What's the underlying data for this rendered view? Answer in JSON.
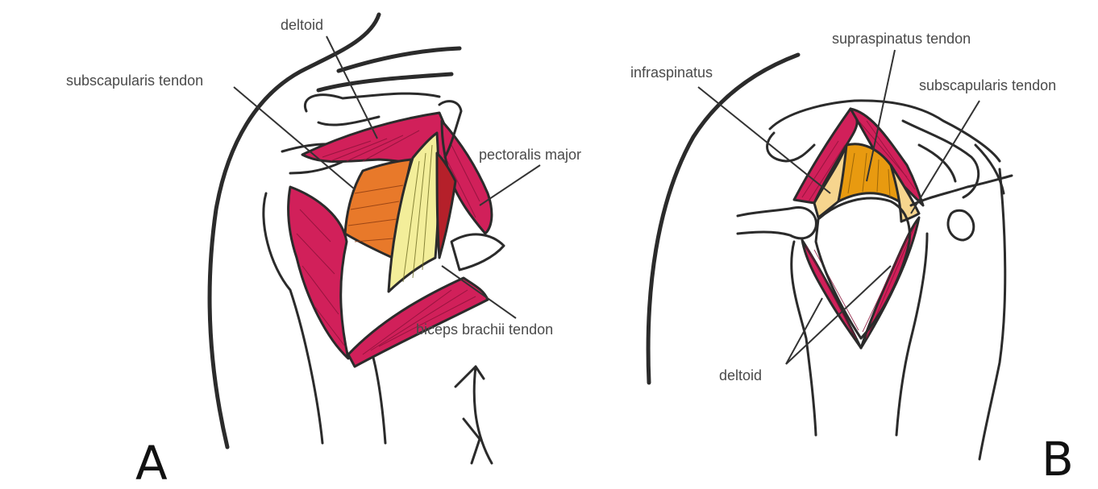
{
  "colors": {
    "muscle": "#d1205a",
    "muscle_dark": "#a01642",
    "orange": "#e8792a",
    "yellow": "#f3ee9a",
    "gold": "#e89a10",
    "pale": "#f6d58e",
    "red": "#b5202a",
    "ink": "#2b2b2b"
  },
  "panel_a": {
    "letter": "A",
    "labels": {
      "deltoid": "deltoid",
      "subscapularis": "subscapularis tendon",
      "pectoralis": "pectoralis major",
      "biceps": "biceps brachii tendon"
    }
  },
  "panel_b": {
    "letter": "B",
    "labels": {
      "supraspinatus": "supraspinatus tendon",
      "infraspinatus": "infraspinatus",
      "subscapularis": "subscapularis tendon",
      "deltoid": "deltoid"
    }
  }
}
